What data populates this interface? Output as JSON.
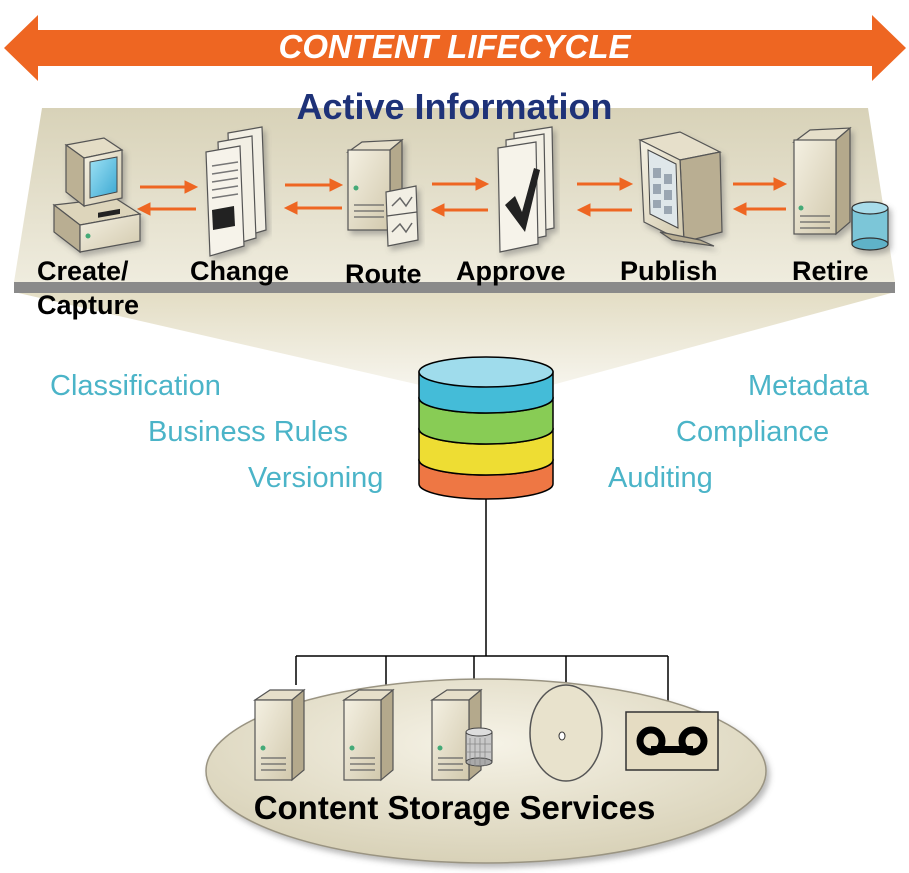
{
  "banner": {
    "label": "CONTENT LIFECYCLE",
    "color": "#ee6622"
  },
  "active": {
    "title": "Active Information"
  },
  "stages": [
    {
      "label": "Create/",
      "label2": "Capture",
      "icon": "computer-icon"
    },
    {
      "label": "Change",
      "icon": "document-stack-icon"
    },
    {
      "label": "Route",
      "icon": "route-server-icon"
    },
    {
      "label": "Approve",
      "icon": "approve-checkmark-icon"
    },
    {
      "label": "Publish",
      "icon": "monitor-icon"
    },
    {
      "label": "Retire",
      "icon": "archive-server-icon"
    }
  ],
  "features_left": [
    "Classification",
    "Business Rules",
    "Versioning"
  ],
  "features_right": [
    "Metadata",
    "Compliance",
    "Auditing"
  ],
  "repository": {
    "icon": "repository-database-icon",
    "layer_colors": [
      "#44bcd8",
      "#88cc55",
      "#eedd33",
      "#ee7744"
    ]
  },
  "storage": {
    "title": "Content Storage Services",
    "devices": [
      "server-icon",
      "server-icon",
      "database-server-icon",
      "optical-disc-icon",
      "tape-cartridge-icon"
    ]
  },
  "colors": {
    "arrow": "#ee6622",
    "title": "#1e3278",
    "feature_text": "#4bb4c8",
    "panel": "#e8e3cf"
  }
}
